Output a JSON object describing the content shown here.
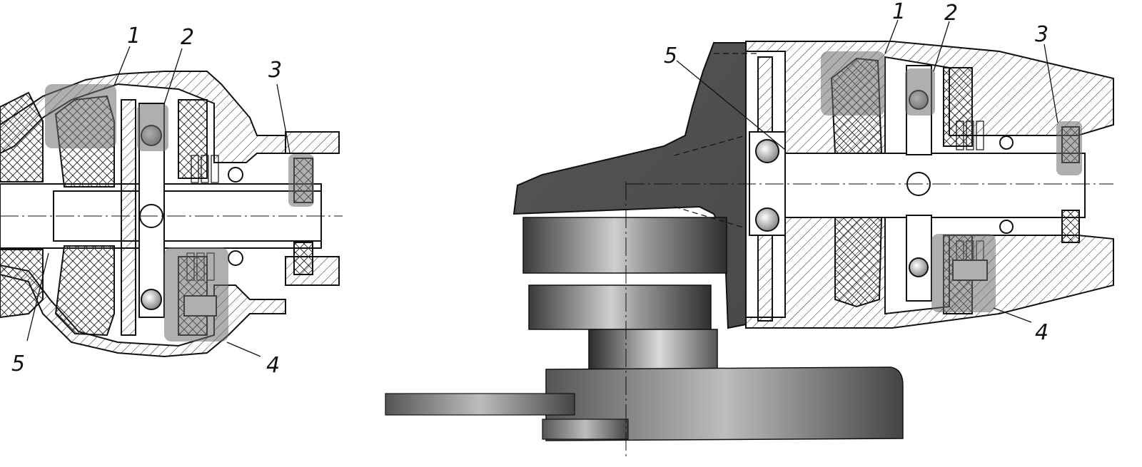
{
  "callouts": {
    "left": {
      "c1": "1",
      "c2": "2",
      "c3": "3",
      "c4": "4",
      "c5": "5"
    },
    "right": {
      "c1": "1",
      "c2": "2",
      "c3": "3",
      "c4": "4",
      "c5": "5"
    }
  }
}
